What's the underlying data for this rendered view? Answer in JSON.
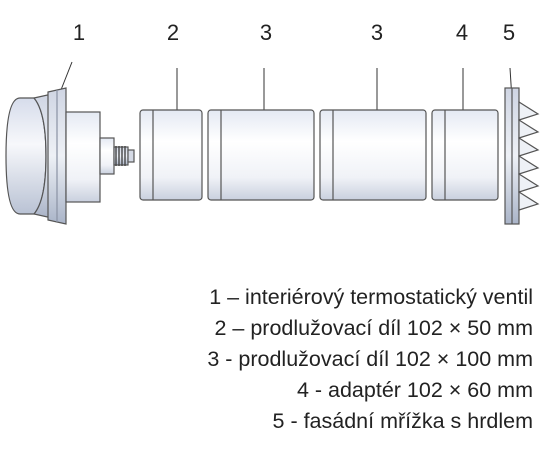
{
  "callouts": [
    "1",
    "2",
    "3",
    "3",
    "4",
    "5"
  ],
  "legend": [
    "1 – interiérový termostatický ventil",
    "2 – prodlužovací díl 102 × 50 mm",
    "3 - prodlužovací díl 102 × 100 mm",
    "4 - adaptér 102 × 60 mm",
    "5 - fasádní mřížka s hrdlem"
  ]
}
